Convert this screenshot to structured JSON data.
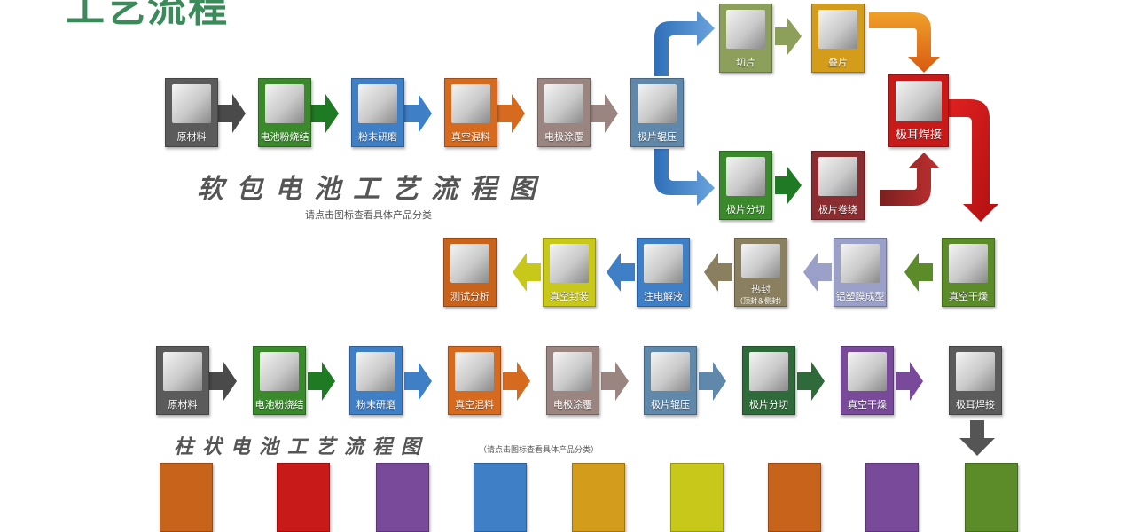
{
  "page_title": "工艺流程",
  "soft_pack": {
    "title": "软包电池工艺流程图",
    "hint": "请点击图标查看具体产品分类",
    "steps": {
      "raw": "原材料",
      "sinter": "电池粉烧结",
      "grind": "粉末研磨",
      "vacmix": "真空混料",
      "coat": "电极涂覆",
      "roll": "极片辊压",
      "cut": "切片",
      "stack": "叠片",
      "slit": "极片分切",
      "wind": "极片卷绕",
      "tabweld": "极耳焊接",
      "vacdry": "真空干燥",
      "alform": "铝塑膜成型",
      "heatseal": "热封",
      "heatseal_note": "（顶封＆侧封）",
      "inject": "注电解液",
      "vacseal": "真空封装",
      "test": "测试分析"
    }
  },
  "cylindrical": {
    "title": "柱状电池工艺流程图",
    "hint": "（请点击图标查看具体产品分类）",
    "steps": {
      "raw": "原材料",
      "sinter": "电池粉烧结",
      "grind": "粉末研磨",
      "vacmix": "真空混料",
      "coat": "电极涂覆",
      "roll": "极片辊压",
      "slit": "极片分切",
      "vacdry": "真空干燥",
      "tabweld": "极耳焊接"
    }
  },
  "colors": {
    "gray": "#5b5b5b",
    "green": "#3a8a2c",
    "blue": "#3f7fc6",
    "orange": "#d66a1e",
    "mauve": "#9a8580",
    "steel": "#5f88aa",
    "olive": "#8da05b",
    "gold": "#d39d1b",
    "maroon": "#8b2d30",
    "red": "#c91a1a",
    "lime": "#5c8c2a",
    "lavender": "#9aa0c8",
    "khaki": "#8a8060",
    "yellow": "#c8c81a",
    "rust": "#c8631c",
    "purple": "#7a4a9a",
    "darkgreen": "#2f6b3a",
    "title_green": "#3a8a5a"
  }
}
